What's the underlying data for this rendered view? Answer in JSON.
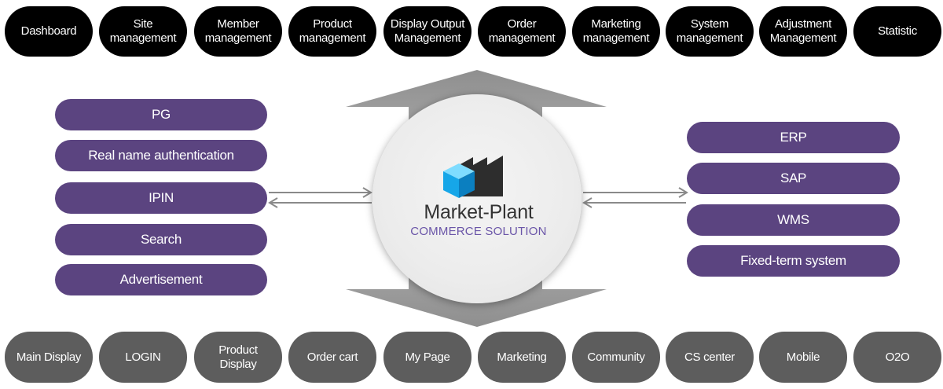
{
  "top_nav": [
    {
      "label": "Dashboard"
    },
    {
      "label": "Site\nmanagement"
    },
    {
      "label": "Member\nmanagement"
    },
    {
      "label": "Product\nmanagement"
    },
    {
      "label": "Display Output\nManagement"
    },
    {
      "label": "Order\nmanagement"
    },
    {
      "label": "Marketing\nmanagement"
    },
    {
      "label": "System\nmanagement"
    },
    {
      "label": "Adjustment\nManagement"
    },
    {
      "label": "Statistic"
    }
  ],
  "left_services": [
    {
      "label": "PG"
    },
    {
      "label": "Real name authentication"
    },
    {
      "label": "IPIN"
    },
    {
      "label": "Search"
    },
    {
      "label": "Advertisement"
    }
  ],
  "right_systems": [
    {
      "label": "ERP"
    },
    {
      "label": "SAP"
    },
    {
      "label": "WMS"
    },
    {
      "label": "Fixed-term system"
    }
  ],
  "center": {
    "brand_name": "Market-Plant",
    "brand_subtitle": "COMMERCE SOLUTION",
    "icon": "factory-cube-icon"
  },
  "bottom_nav": [
    {
      "label": "Main Display"
    },
    {
      "label": "LOGIN"
    },
    {
      "label": "Product\nDisplay"
    },
    {
      "label": "Order cart"
    },
    {
      "label": "My Page"
    },
    {
      "label": "Marketing"
    },
    {
      "label": "Community"
    },
    {
      "label": "CS center"
    },
    {
      "label": "Mobile"
    },
    {
      "label": "O2O"
    }
  ],
  "colors": {
    "top_pill": "#000000",
    "bottom_pill": "#5d5d5d",
    "side_pill": "#5b4480",
    "arrow": "#8a8a8a",
    "subtitle": "#6a55a8"
  }
}
